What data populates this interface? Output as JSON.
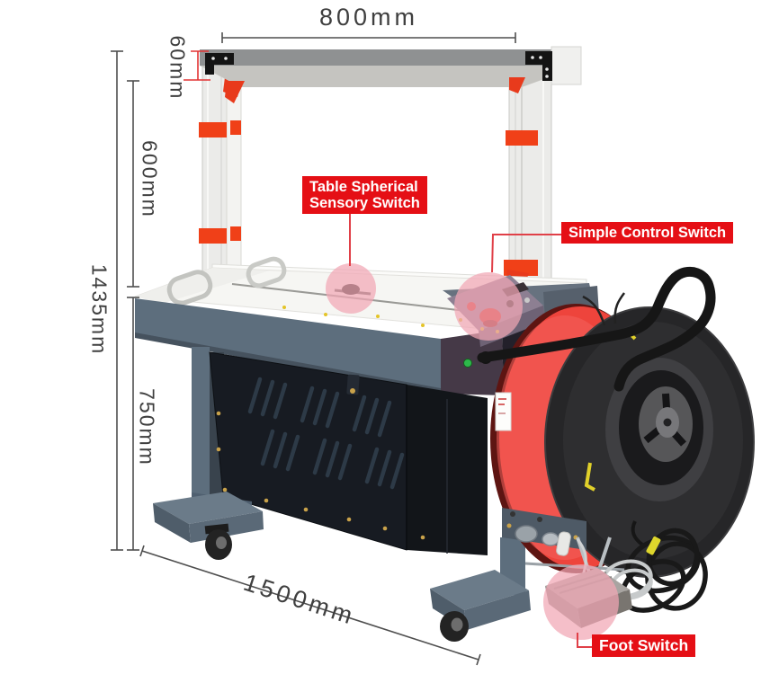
{
  "dimensions": {
    "top_width": "800mm",
    "beam_height": "60mm",
    "arch_height": "600mm",
    "total_height": "1435mm",
    "body_height": "750mm",
    "base_length": "1500mm"
  },
  "callouts": {
    "table_switch_line1": "Table Spherical",
    "table_switch_line2": "Sensory Switch",
    "control_switch": "Simple Control Switch",
    "foot_switch": "Foot Switch"
  },
  "colors": {
    "callout_red": "#e50f15",
    "leader_red": "#e04048",
    "highlight_pink": "#f1a6b4",
    "strap_red": "#ee443c",
    "frame_slate": "#5d6e7d",
    "cabinet_dark": "#171b22",
    "bracket_orange": "#f04018",
    "dimension_text": "#3f3f3f"
  }
}
